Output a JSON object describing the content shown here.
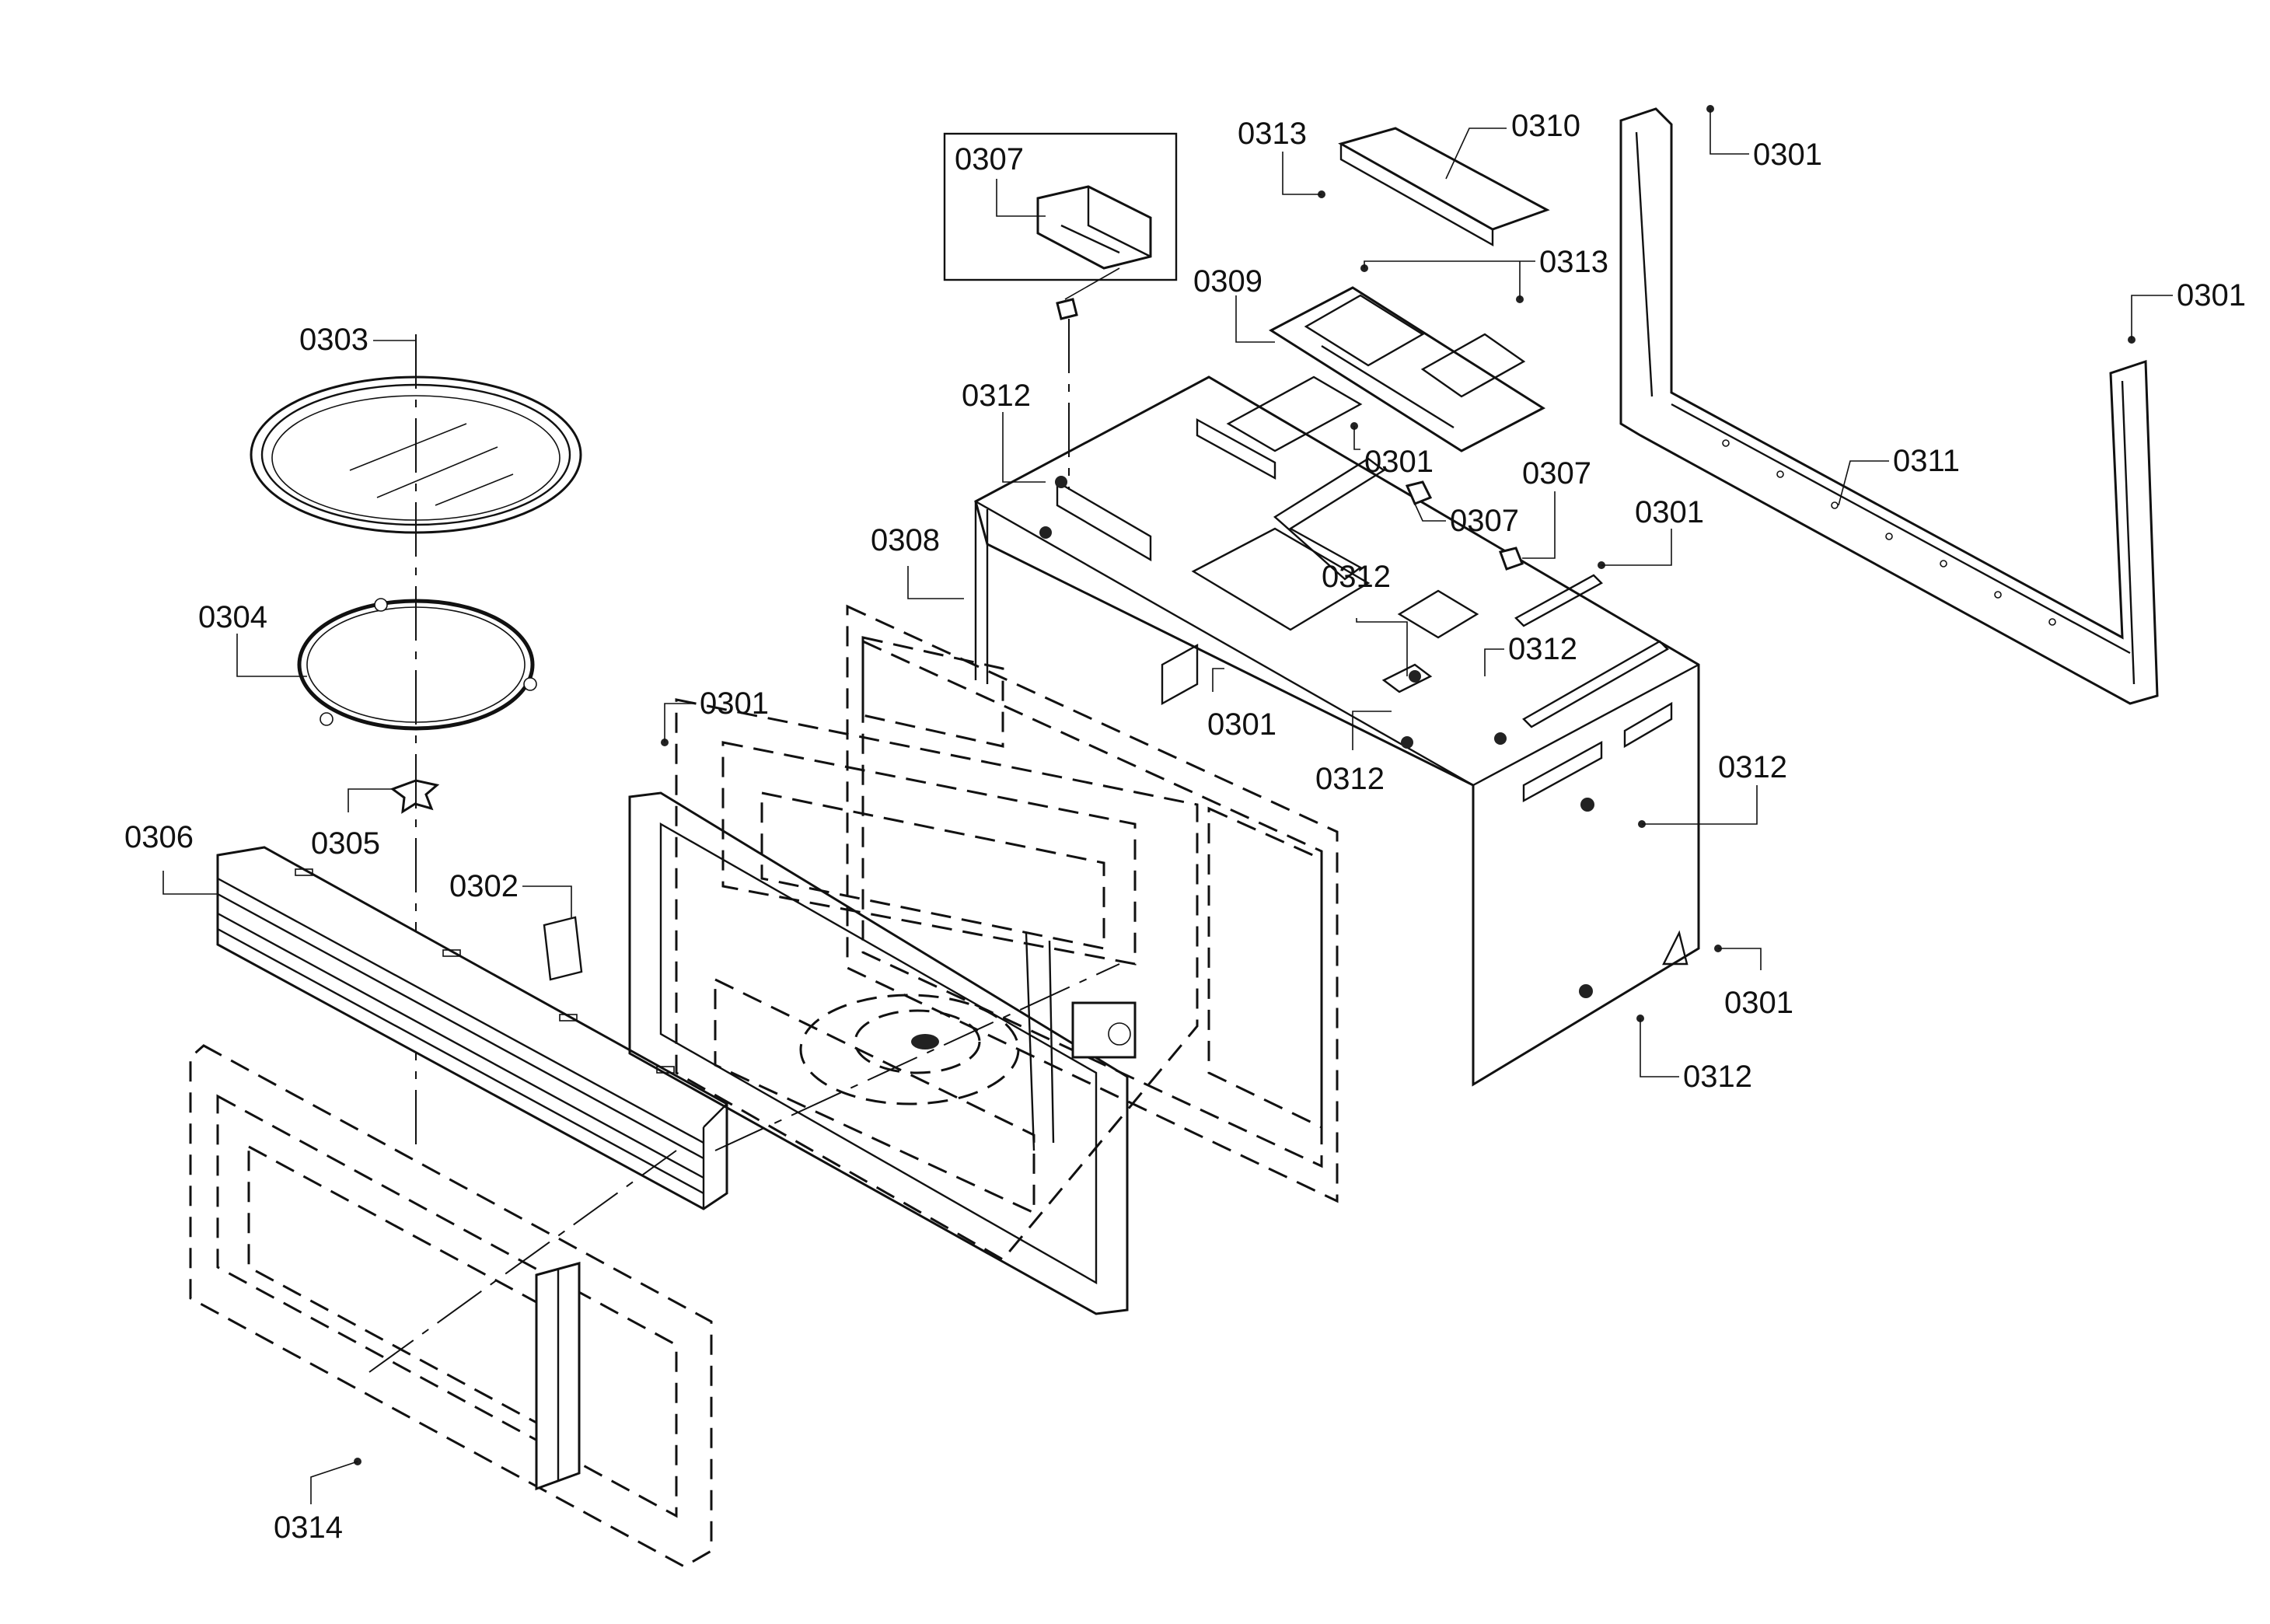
{
  "callouts": [
    {
      "id": "c0307a",
      "text": "0307"
    },
    {
      "id": "c0313a",
      "text": "0313"
    },
    {
      "id": "c0310",
      "text": "0310"
    },
    {
      "id": "c0301a",
      "text": "0301"
    },
    {
      "id": "c0313b",
      "text": "0313"
    },
    {
      "id": "c0309",
      "text": "0309"
    },
    {
      "id": "c0301b",
      "text": "0301"
    },
    {
      "id": "c0303",
      "text": "0303"
    },
    {
      "id": "c0312a",
      "text": "0312"
    },
    {
      "id": "c0301c",
      "text": "0301"
    },
    {
      "id": "c0311",
      "text": "0311"
    },
    {
      "id": "c0307b",
      "text": "0307"
    },
    {
      "id": "c0307c",
      "text": "0307"
    },
    {
      "id": "c0301d",
      "text": "0301"
    },
    {
      "id": "c0308",
      "text": "0308"
    },
    {
      "id": "c0312b",
      "text": "0312"
    },
    {
      "id": "c0304",
      "text": "0304"
    },
    {
      "id": "c0312c",
      "text": "0312"
    },
    {
      "id": "c0301e",
      "text": "0301"
    },
    {
      "id": "c0301f",
      "text": "0301"
    },
    {
      "id": "c0312d",
      "text": "0312"
    },
    {
      "id": "c0312e",
      "text": "0312"
    },
    {
      "id": "c0305",
      "text": "0305"
    },
    {
      "id": "c0306",
      "text": "0306"
    },
    {
      "id": "c0302",
      "text": "0302"
    },
    {
      "id": "c0301g",
      "text": "0301"
    },
    {
      "id": "c0312f",
      "text": "0312"
    },
    {
      "id": "c0314",
      "text": "0314"
    }
  ]
}
